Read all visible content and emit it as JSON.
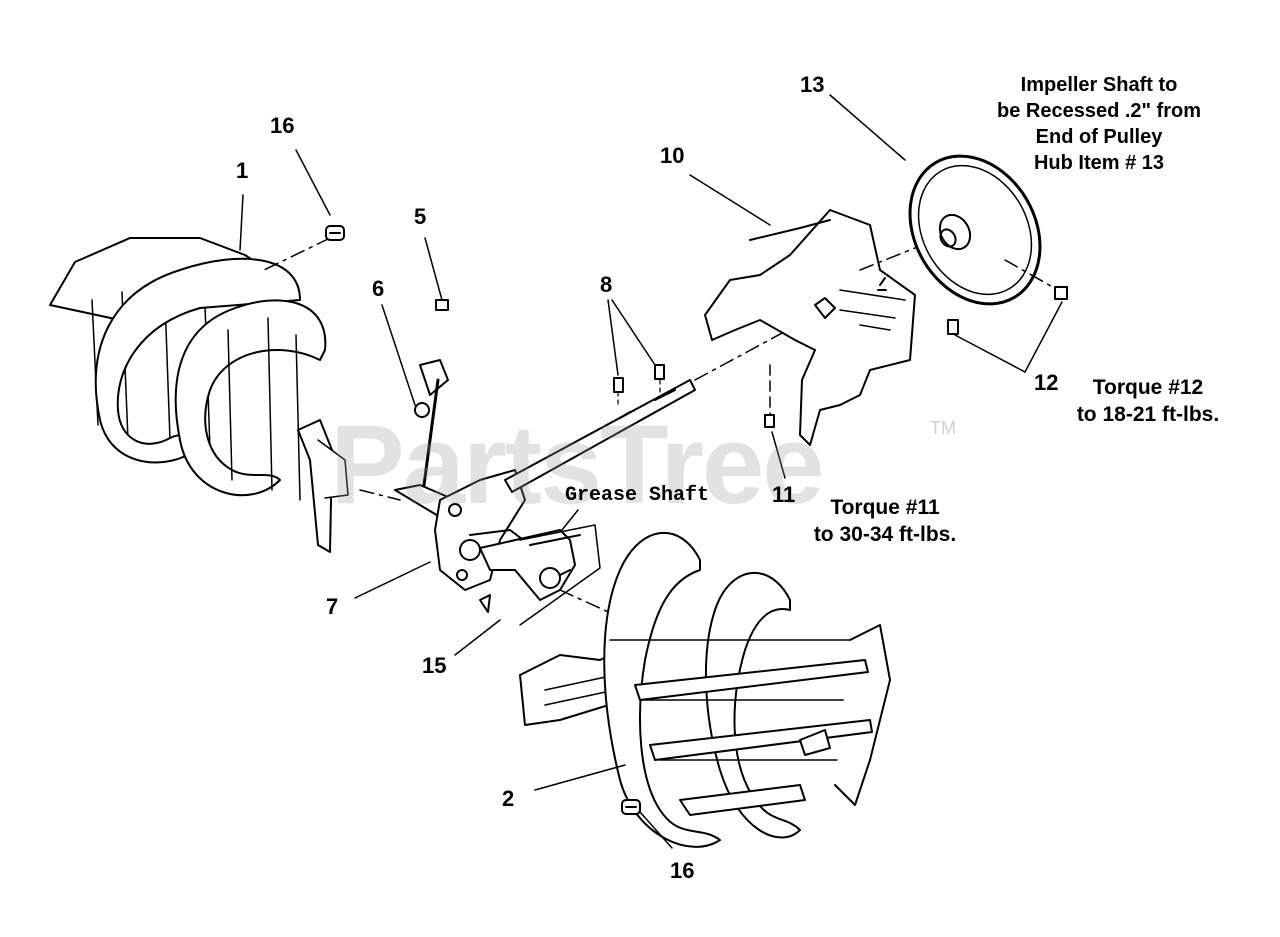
{
  "watermark": {
    "text": "PartsTree",
    "trademark": "TM"
  },
  "callouts": {
    "c1": "1",
    "c2": "2",
    "c5": "5",
    "c6": "6",
    "c7": "7",
    "c8": "8",
    "c10": "10",
    "c11": "11",
    "c12": "12",
    "c13": "13",
    "c15": "15",
    "c16_top": "16",
    "c16_bottom": "16"
  },
  "notes": {
    "grease_shaft": "Grease Shaft",
    "impeller_line1": "Impeller Shaft to",
    "impeller_line2": "be Recessed .2\" from",
    "impeller_line3": "End of Pulley",
    "impeller_line4": "Hub Item # 13",
    "torque12_line1": "Torque #12",
    "torque12_line2": "to 18-21 ft-lbs.",
    "torque11_line1": "Torque #11",
    "torque11_line2": "to 30-34 ft-lbs."
  }
}
